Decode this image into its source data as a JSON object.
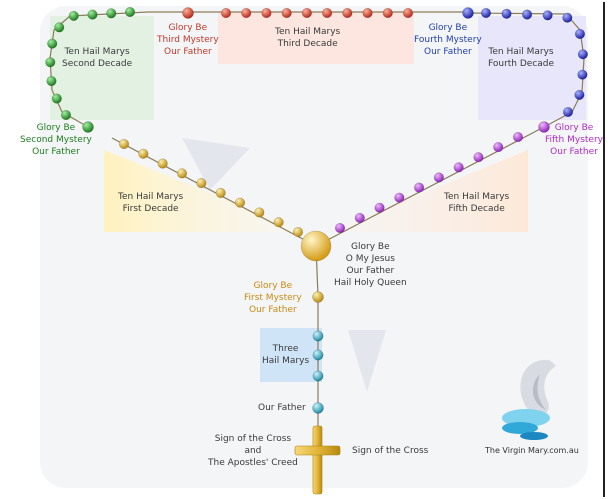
{
  "colors": {
    "green": "#2e9a2e",
    "red": "#cc3a2a",
    "blue": "#2a30b8",
    "purple": "#a53bd0",
    "gold": "#c99a1c",
    "teal": "#3aa7b8",
    "chain": "#8b7d5a"
  },
  "labels": {
    "top_left_decade": [
      "Ten Hail Marys",
      "Second Decade"
    ],
    "top_center_decade": [
      "Ten Hail Marys",
      "Third Decade"
    ],
    "top_right_decade": [
      "Ten Hail Marys",
      "Fourth Decade"
    ],
    "left_decade": [
      "Ten Hail Marys",
      "First Decade"
    ],
    "right_decade": [
      "Ten Hail Marys",
      "Fifth Decade"
    ],
    "third_mystery": [
      "Glory Be",
      "Third Mystery",
      "Our Father"
    ],
    "fourth_mystery": [
      "Glory Be",
      "Fourth Mystery",
      "Our Father"
    ],
    "second_mystery": [
      "Glory Be",
      "Second Mystery",
      "Our Father"
    ],
    "fifth_mystery": [
      "Glory Be",
      "Fifth Mystery",
      "Our Father"
    ],
    "center_prayers": [
      "Glory Be",
      "O My Jesus",
      "Our Father",
      "Hail Holy Queen"
    ],
    "first_mystery": [
      "Glory Be",
      "First Mystery",
      "Our Father"
    ],
    "three_hail_marys": [
      "Three",
      "Hail Marys"
    ],
    "our_father": "Our Father",
    "cross_left": [
      "Sign of the Cross",
      "and",
      "The Apostles' Creed"
    ],
    "cross_right": "Sign of the Cross",
    "website": "The Virgin Mary.com.au"
  }
}
